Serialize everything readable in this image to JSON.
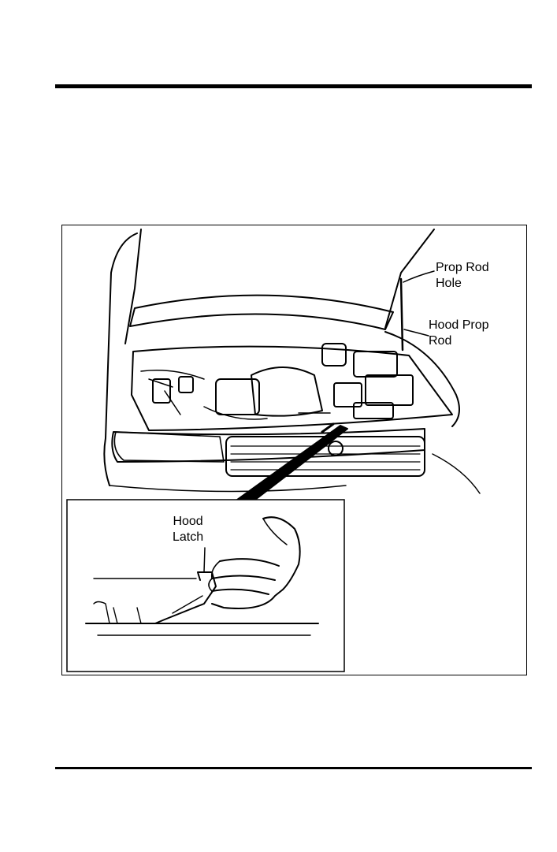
{
  "figure": {
    "labels": {
      "prop_rod_hole": "Prop Rod\nHole",
      "hood_prop_rod": "Hood Prop\nRod",
      "hood_latch": "Hood\nLatch"
    }
  }
}
